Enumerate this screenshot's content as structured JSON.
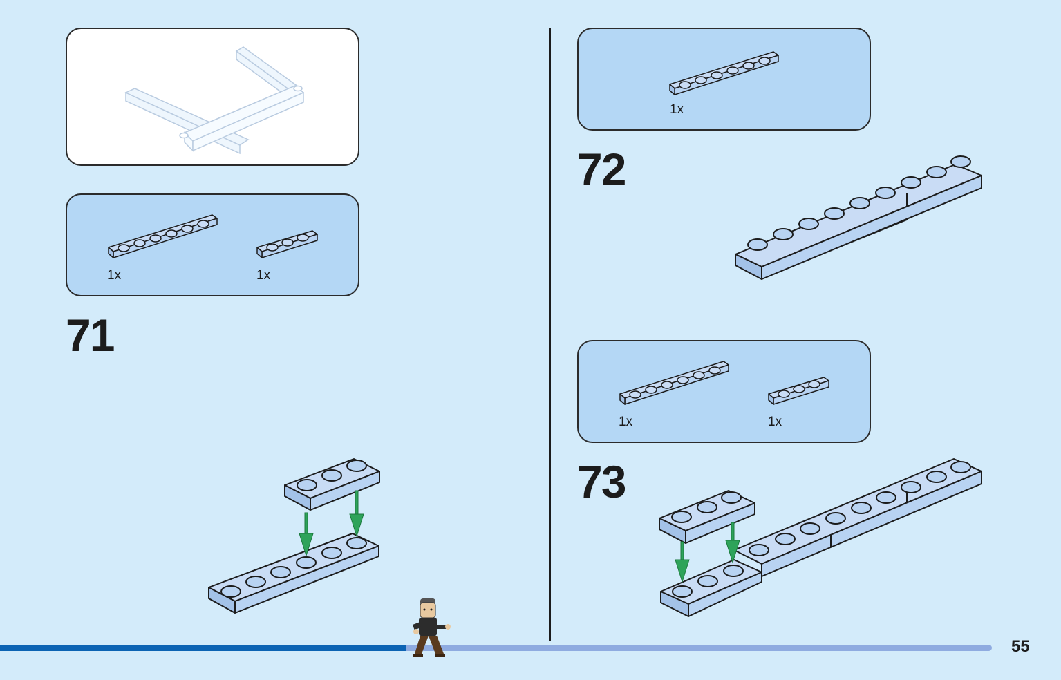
{
  "page": {
    "number": "55"
  },
  "steps": [
    {
      "number": "71",
      "parts": [
        {
          "qty": "1x"
        },
        {
          "qty": "1x"
        }
      ]
    },
    {
      "number": "72",
      "parts": [
        {
          "qty": "1x"
        }
      ]
    },
    {
      "number": "73",
      "parts": [
        {
          "qty": "1x"
        },
        {
          "qty": "1x"
        }
      ]
    }
  ],
  "progress": {
    "fraction": 0.41
  },
  "colors": {
    "background": "#d3ebfa",
    "parts_panel": "#b4d7f5",
    "brick": "#b8d3f2",
    "arrow": "#2ea35a",
    "progress_done": "#0b63b3",
    "progress_remaining": "#8fabe0"
  }
}
